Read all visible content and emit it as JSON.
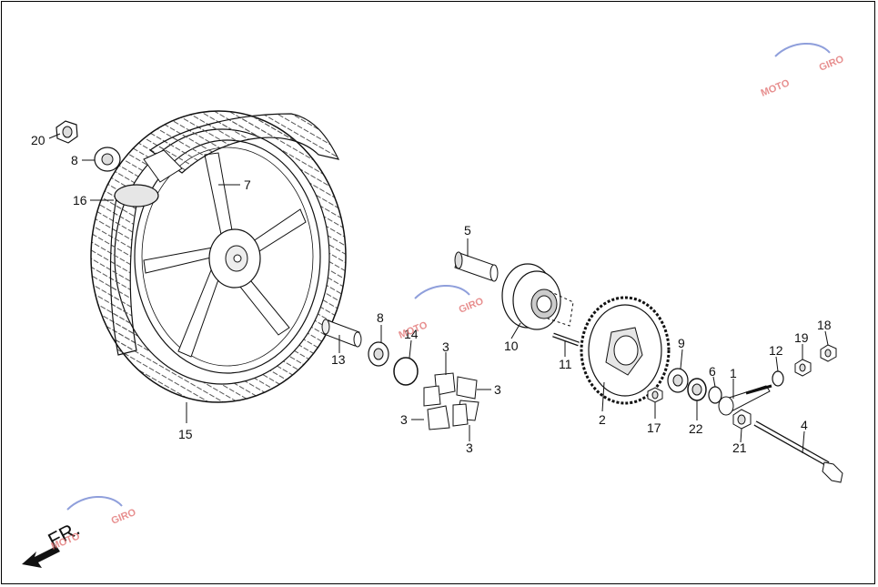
{
  "diagram": {
    "front_marker": "FR.",
    "watermark": {
      "text": "MOTO",
      "sub": "GIRO"
    },
    "callouts": [
      "20",
      "8",
      "16",
      "7",
      "15",
      "5",
      "8",
      "14",
      "13",
      "10",
      "3",
      "3",
      "3",
      "3",
      "11",
      "2",
      "9",
      "17",
      "6",
      "22",
      "1",
      "12",
      "21",
      "19",
      "18",
      "4"
    ]
  },
  "colors": {
    "line": "#111111",
    "part_fill": "#ffffff",
    "shade": "#d9d9d9",
    "wm_red": "#e06a6a",
    "wm_blue": "#6a7fd0"
  }
}
